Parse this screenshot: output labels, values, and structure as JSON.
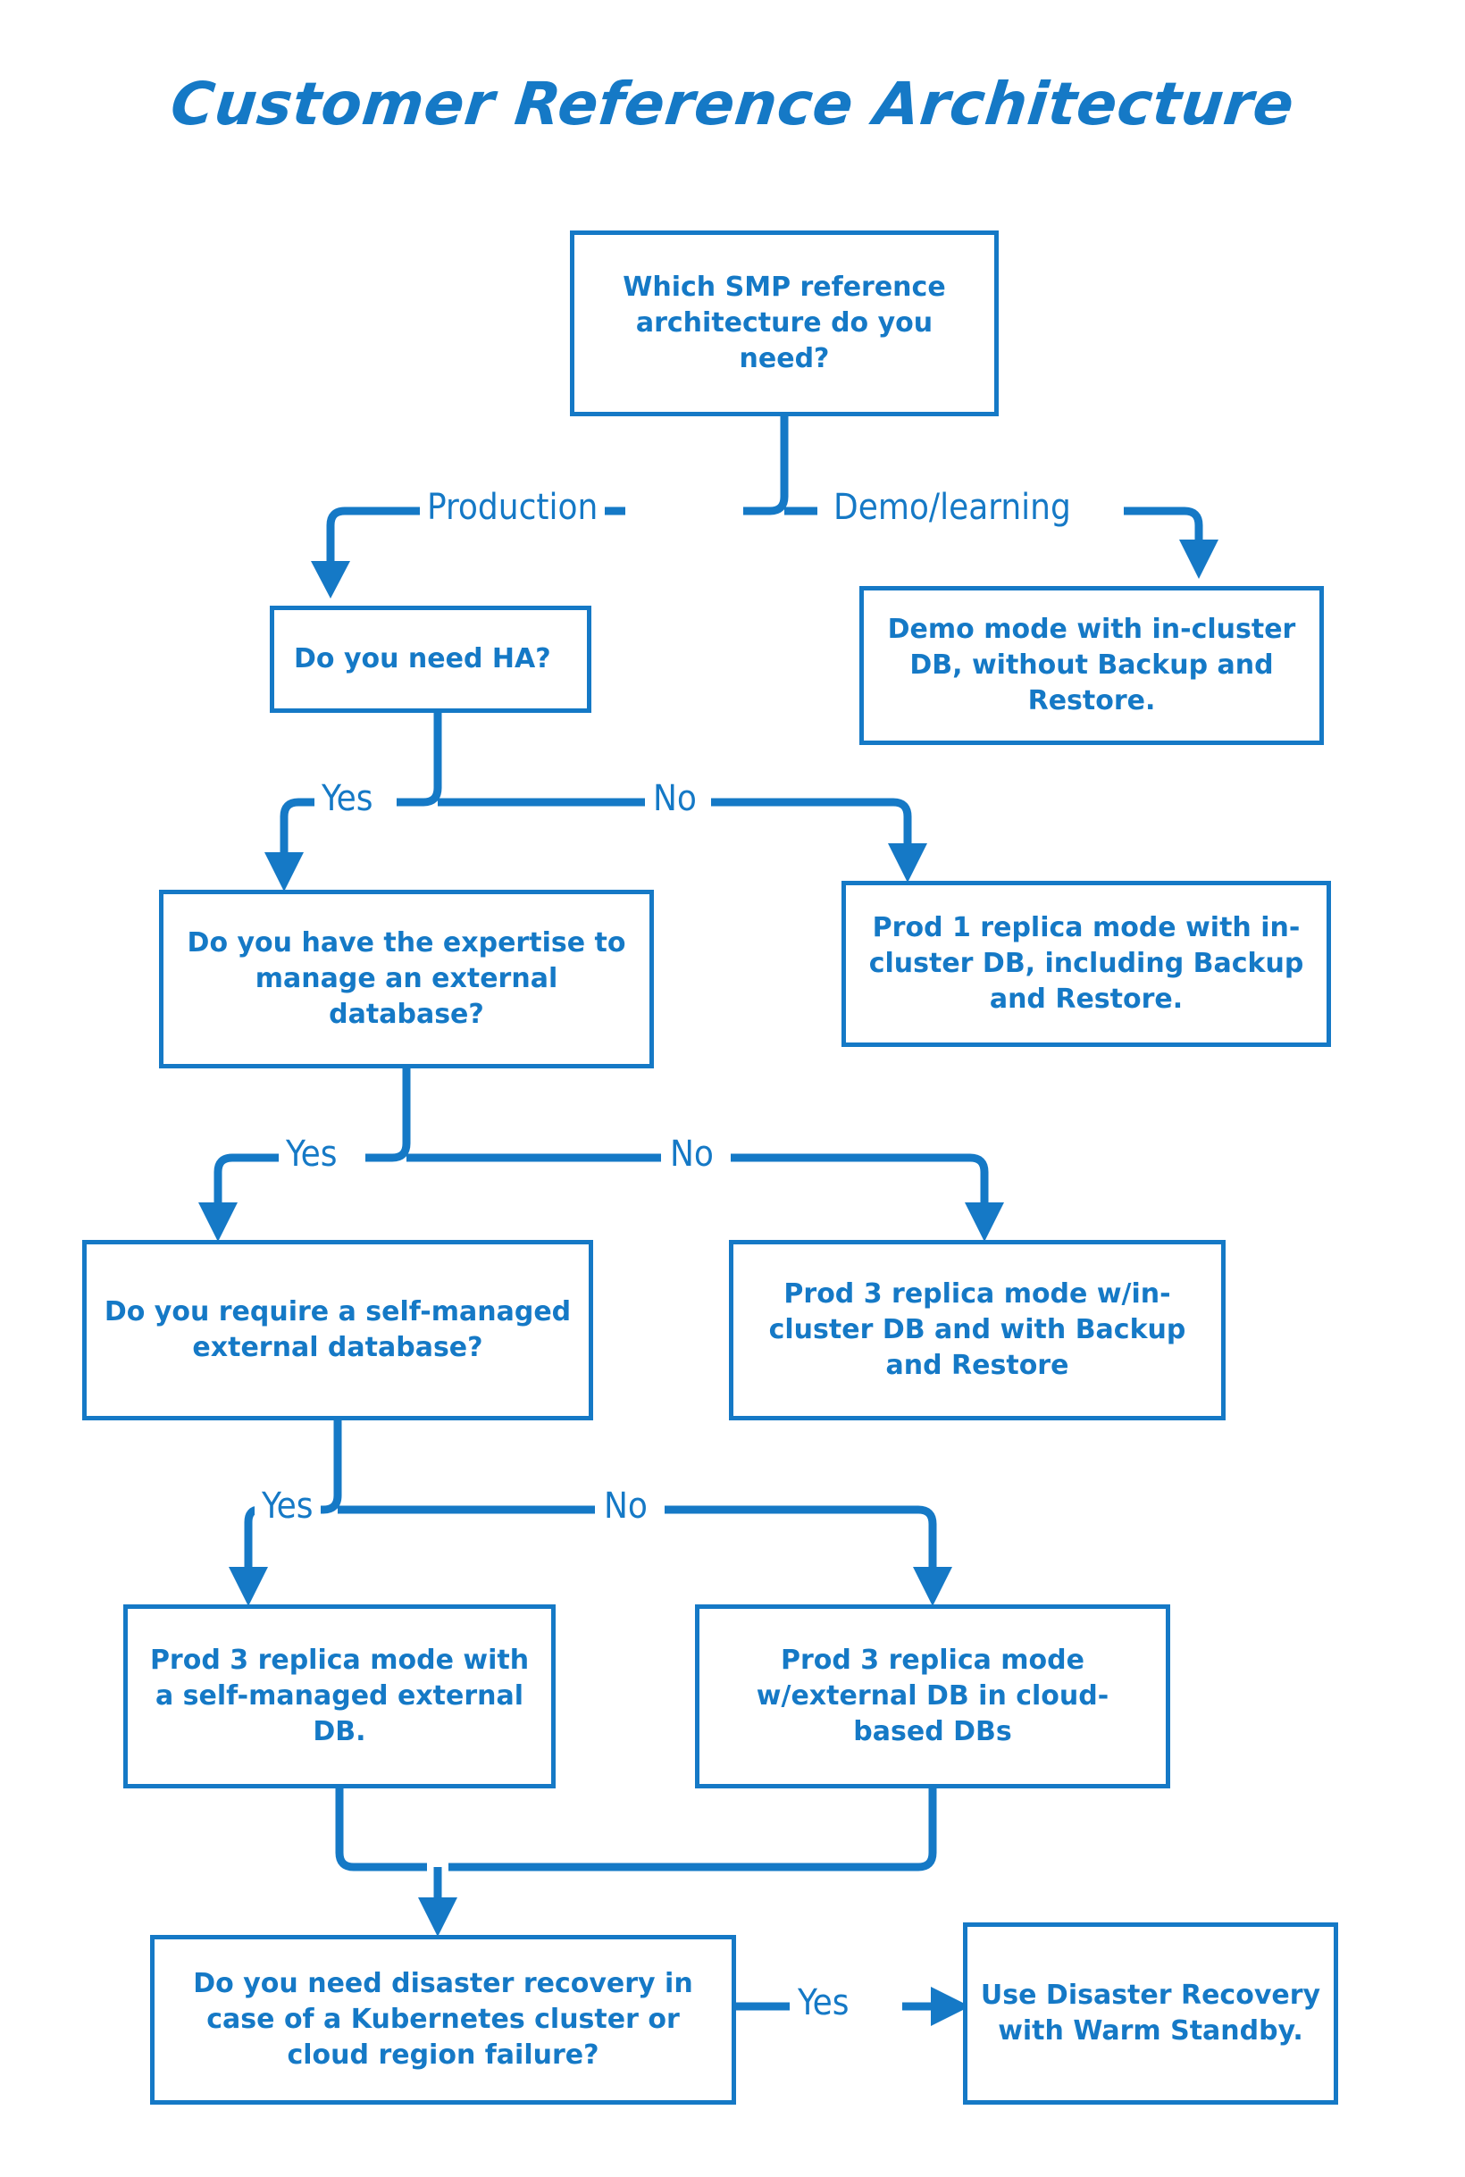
{
  "title": "Customer Reference Architecture",
  "theme": {
    "accent": "#1579c6",
    "background": "#ffffff"
  },
  "nodes": {
    "root_question": "Which SMP reference architecture do you need?",
    "ha_question": "Do you need HA?",
    "demo_mode": "Demo mode with in-cluster DB, without Backup and Restore.",
    "expertise_question": "Do you have the expertise to manage an external database?",
    "prod1_replica": "Prod 1 replica mode with in-cluster DB, including Backup and Restore.",
    "self_managed_question": "Do you require a self-managed external database?",
    "prod3_incluster": "Prod 3 replica mode w/in-cluster DB and with Backup and Restore",
    "prod3_selfmanaged": "Prod 3 replica mode with a self-managed external DB.",
    "prod3_cloud": "Prod 3 replica mode w/external DB in cloud-based DBs",
    "dr_question": "Do you need disaster recovery in case of a Kubernetes cluster or cloud region failure?",
    "dr_answer": "Use Disaster Recovery with Warm Standby."
  },
  "edges": {
    "production": "Production",
    "demo_learning": "Demo/learning",
    "ha_yes": "Yes",
    "ha_no": "No",
    "expertise_yes": "Yes",
    "expertise_no": "No",
    "selfmanaged_yes": "Yes",
    "selfmanaged_no": "No",
    "dr_yes": "Yes"
  },
  "flow": {
    "type": "decision-tree",
    "paths": [
      {
        "from": "root_question",
        "label": "Production",
        "to": "ha_question"
      },
      {
        "from": "root_question",
        "label": "Demo/learning",
        "to": "demo_mode"
      },
      {
        "from": "ha_question",
        "label": "Yes",
        "to": "expertise_question"
      },
      {
        "from": "ha_question",
        "label": "No",
        "to": "prod1_replica"
      },
      {
        "from": "expertise_question",
        "label": "Yes",
        "to": "self_managed_question"
      },
      {
        "from": "expertise_question",
        "label": "No",
        "to": "prod3_incluster"
      },
      {
        "from": "self_managed_question",
        "label": "Yes",
        "to": "prod3_selfmanaged"
      },
      {
        "from": "self_managed_question",
        "label": "No",
        "to": "prod3_cloud"
      },
      {
        "from": "prod3_selfmanaged",
        "label": "",
        "to": "dr_question"
      },
      {
        "from": "prod3_cloud",
        "label": "",
        "to": "dr_question"
      },
      {
        "from": "dr_question",
        "label": "Yes",
        "to": "dr_answer"
      }
    ]
  }
}
